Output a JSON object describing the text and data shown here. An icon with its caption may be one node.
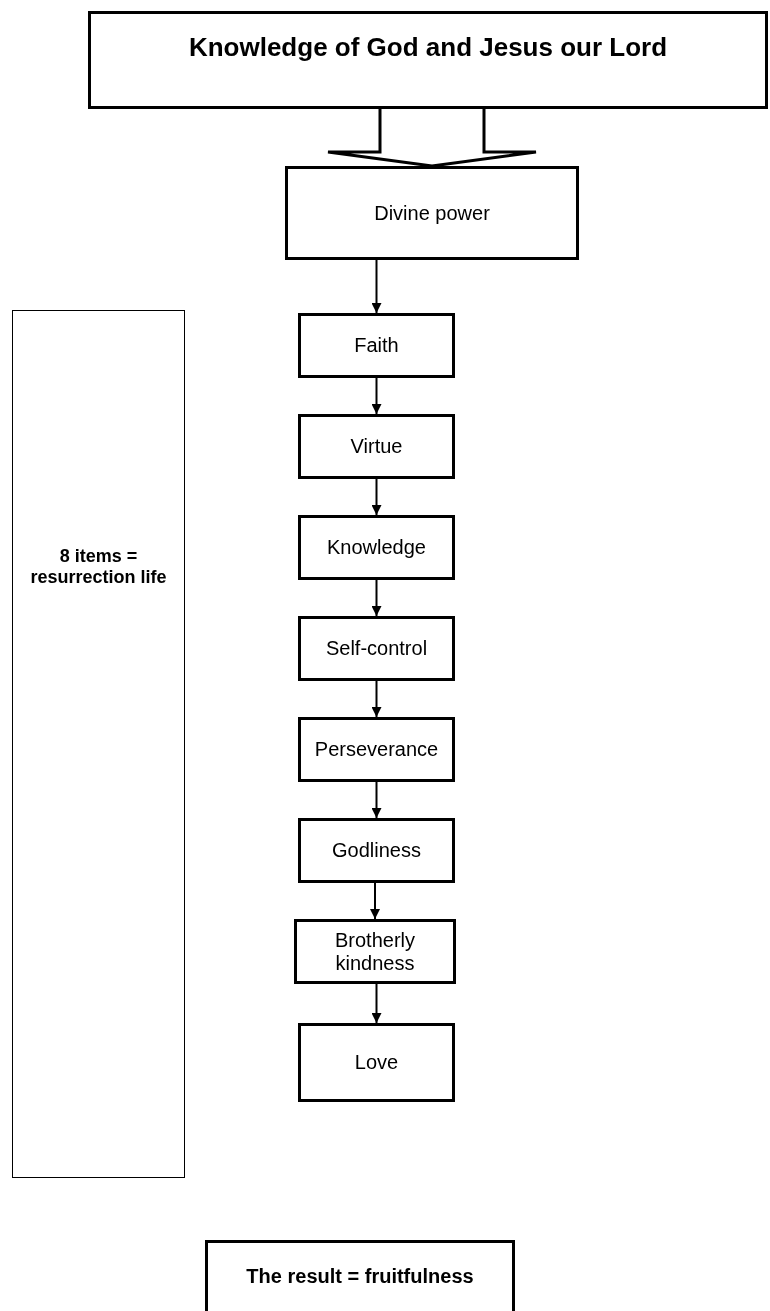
{
  "diagram": {
    "nodes": [
      {
        "text": [
          "Knowledge of God and Jesus our Lord"
        ]
      },
      {
        "text": [
          "Divine power"
        ]
      },
      {
        "text": [
          "Faith"
        ]
      },
      {
        "text": [
          "Virtue"
        ]
      },
      {
        "text": [
          "Knowledge"
        ]
      },
      {
        "text": [
          "Self-control"
        ]
      },
      {
        "text": [
          "Perseverance"
        ]
      },
      {
        "text": [
          "Godliness"
        ]
      },
      {
        "text": [
          "Brotherly kindness"
        ]
      },
      {
        "text": [
          "Love"
        ]
      },
      {
        "text": [
          "8 items = resurrection life"
        ]
      },
      {
        "text": [
          "The result = fruitfulness"
        ]
      }
    ],
    "edges": [
      {
        "from": 0,
        "to": 1,
        "arrow": "to",
        "style": "thick"
      },
      {
        "from": 1,
        "to": 2,
        "arrow": "to"
      },
      {
        "from": 2,
        "to": 3,
        "arrow": "to"
      },
      {
        "from": 3,
        "to": 4,
        "arrow": "to"
      },
      {
        "from": 4,
        "to": 5,
        "arrow": "to"
      },
      {
        "from": 5,
        "to": 6,
        "arrow": "to"
      },
      {
        "from": 6,
        "to": 7,
        "arrow": "to"
      },
      {
        "from": 7,
        "to": 8,
        "arrow": "to"
      },
      {
        "from": 8,
        "to": 9,
        "arrow": "to"
      }
    ]
  }
}
